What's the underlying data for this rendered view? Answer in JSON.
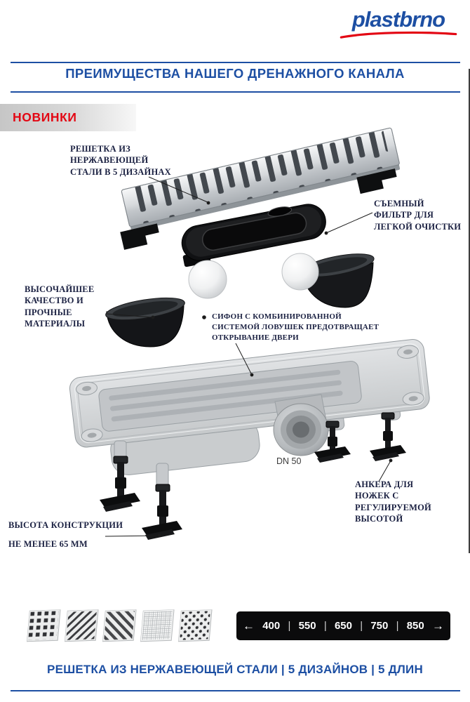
{
  "header": {
    "logo_text": "plastbrno",
    "title": "ПРЕИМУЩЕСТВА НАШЕГО ДРЕНАЖНОГО КАНАЛА",
    "badge": "НОВИНКИ"
  },
  "callouts": {
    "grate": "РЕШЕТКА ИЗ НЕРЖАВЕЮЩЕЙ СТАЛИ В 5 ДИЗАЙНАХ",
    "filter": "СЪЕМНЫЙ ФИЛЬТР ДЛЯ ЛЕГКОЙ ОЧИСТКИ",
    "quality": "ВЫСОЧАЙШЕЕ КАЧЕСТВО И ПРОЧНЫЕ МАТЕРИАЛЫ",
    "siphon": "СИФОН С КОМБИНИРОВАННОЙ СИСТЕМОЙ ЛОВУШЕК ПРЕДОТВРАЩАЕТ ОТКРЫВАНИЕ ДВЕРИ",
    "pipe_diameter": "DN 50",
    "anchors": "АНКЕРА ДЛЯ НОЖЕК С РЕГУЛИРУЕМОЙ ВЫСОТОЙ",
    "height_title": "ВЫСОТА КОНСТРУКЦИИ",
    "height_value": "НЕ МЕНЕЕ 65 ММ"
  },
  "lengths_bar": {
    "values": [
      "400",
      "550",
      "650",
      "750",
      "850"
    ],
    "separator": "|"
  },
  "grate_designs": [
    "squares-grid",
    "diagonal-dashes",
    "diagonal-stripes",
    "fine-mesh",
    "round-dots"
  ],
  "icons": {
    "arrow_left": "←",
    "arrow_right": "→"
  },
  "footer": {
    "text": "РЕШЕТКА ИЗ НЕРЖАВЕЮЩЕЙ СТАЛИ | 5 ДИЗАЙНОВ | 5 ДЛИН"
  },
  "colors": {
    "brand_blue": "#1d4fa3",
    "accent_red": "#e30613",
    "bar_black": "#0b0b0c"
  }
}
